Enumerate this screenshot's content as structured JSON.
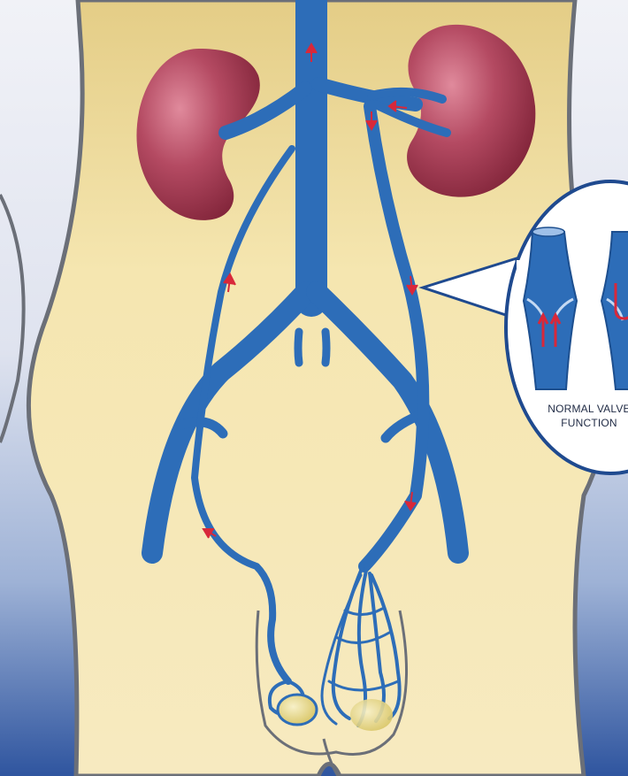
{
  "diagram": {
    "subject": "male abdomen with kidneys, vena cava, renal and gonadal veins",
    "callout": {
      "label_line1": "NORMAL VALVE",
      "label_line2": "FUNCTION"
    },
    "colors": {
      "background_top": "#e9eaf3",
      "background_bottom": "#3a5ea8",
      "skin": "#f2df9e",
      "skin_shadow": "#e6c779",
      "outline": "#6b6f78",
      "vein": "#2d6db8",
      "vein_dark": "#1d4f8f",
      "kidney": "#a73a52",
      "kidney_highlight": "#d36a80",
      "arrow": "#d8283a",
      "testis": "#e3d27a",
      "callout_border": "#1f4a8f"
    }
  }
}
